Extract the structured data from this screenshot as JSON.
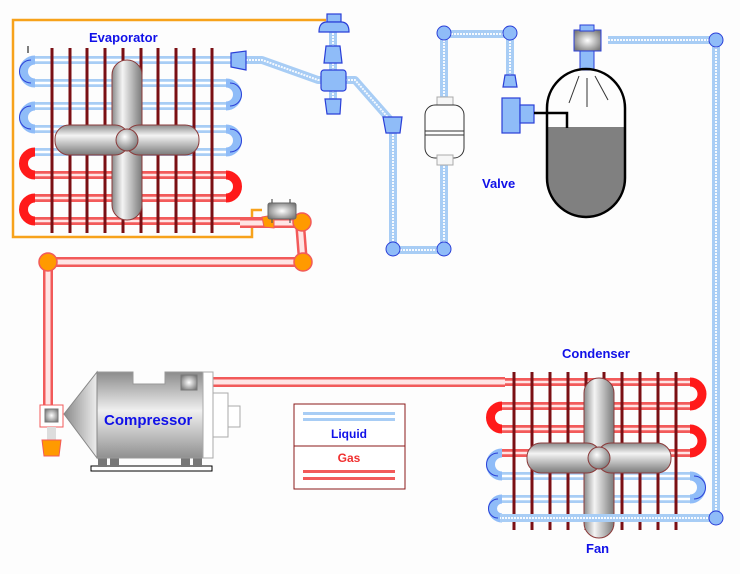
{
  "labels": {
    "evaporator": "Evaporator",
    "valve": "Valve",
    "condenser": "Condenser",
    "fan": "Fan",
    "compressor": "Compressor"
  },
  "legend": {
    "liquid": "Liquid",
    "gas": "Gas"
  },
  "colors": {
    "liquid_pipe": "#a8cdf5",
    "liquid_fitting": "#8fbcf8",
    "fitting_stroke": "#2a3fd8",
    "gas_pipe": "#f25a5a",
    "gas_fill": "#ffd0d0",
    "coil_bar": "#7a0f14",
    "orange_line": "#f7a21b",
    "orange_joint": "#ff9a00",
    "receiver_liquid": "#808080",
    "label_blue": "#1010e8",
    "label_red": "#f03030",
    "legend_border": "#8b1a1a"
  }
}
